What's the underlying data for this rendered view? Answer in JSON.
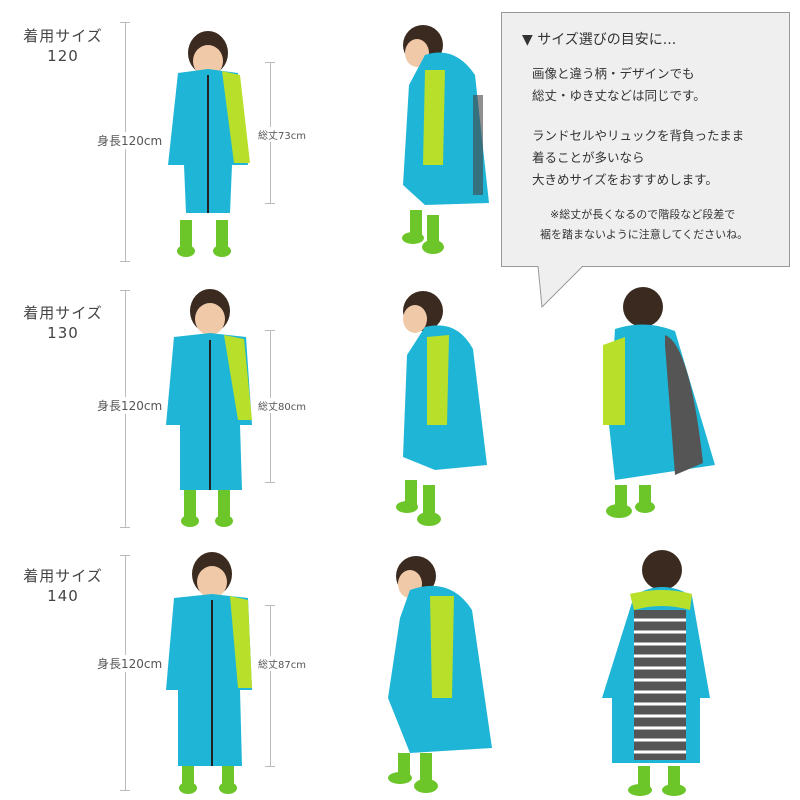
{
  "rows": [
    {
      "size_label": "着用サイズ",
      "size_number": "120",
      "height_text": "身長120cm",
      "length_text": "総丈73cm"
    },
    {
      "size_label": "着用サイズ",
      "size_number": "130",
      "height_text": "身長120cm",
      "length_text": "総丈80cm"
    },
    {
      "size_label": "着用サイズ",
      "size_number": "140",
      "height_text": "身長120cm",
      "length_text": "総丈87cm"
    }
  ],
  "callout": {
    "title": "▼ サイズ選びの目安に...",
    "lines1": [
      "画像と違う柄・デザインでも",
      "総丈・ゆき丈などは同じです。"
    ],
    "lines2": [
      "ランドセルやリュックを背負ったまま",
      "着ることが多いなら",
      "大きめサイズをおすすめします。"
    ],
    "notes": [
      "※総丈が長くなるので階段など段差で",
      "裾を踏まないように注意してくださいね。"
    ]
  },
  "colors": {
    "coat_blue": "#1fb5d6",
    "coat_lime": "#b8e02a",
    "boot_green": "#6cc62a",
    "hair": "#3a2a20",
    "skin": "#f0c9a8",
    "stripe_dark": "#444444",
    "callout_bg": "#efefef"
  }
}
